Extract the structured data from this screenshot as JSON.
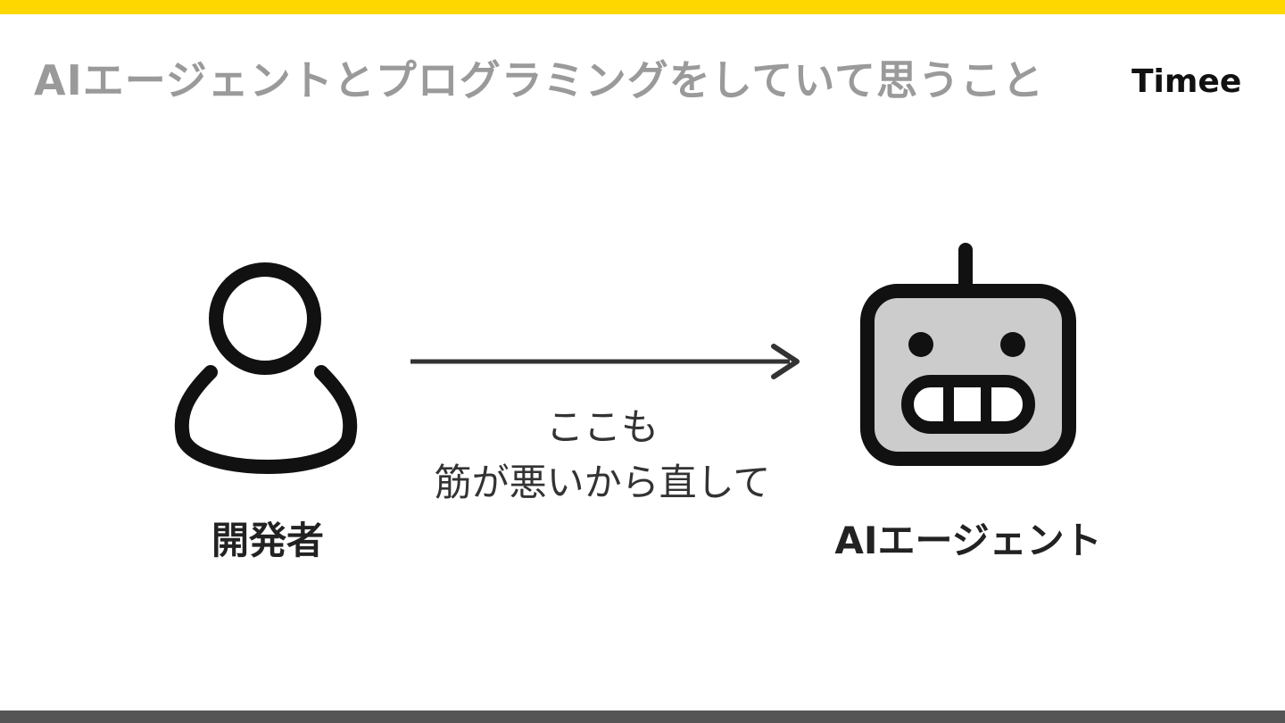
{
  "slide": {
    "title": "AIエージェントとプログラミングをしていて思うこと",
    "logo_text": "Timee"
  },
  "diagram": {
    "left_label": "開発者",
    "right_label": "AIエージェント",
    "left_icon": "person-icon",
    "right_icon": "robot-icon",
    "arrow_text": [
      "ここも",
      "筋が悪いから直して"
    ]
  },
  "colors": {
    "top_bar": "#FFD700",
    "bottom_bar": "#555555",
    "title": "#9A9A9A",
    "icon_stroke": "#111111",
    "robot_face": "#CCCCCC",
    "arrow": "#333333"
  }
}
